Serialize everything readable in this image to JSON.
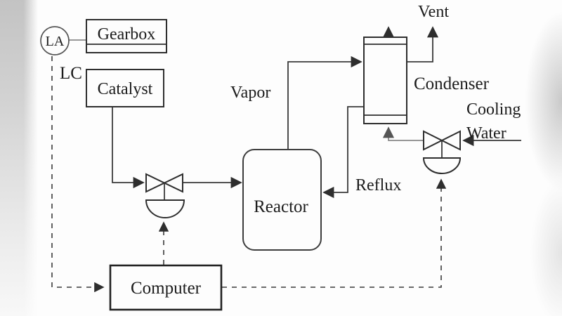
{
  "diagram": {
    "instruments": {
      "level_alarm": "LA",
      "level_controller": "LC"
    },
    "equipment": {
      "gearbox": "Gearbox",
      "catalyst": "Catalyst",
      "reactor": "Reactor",
      "condenser": "Condenser",
      "computer": "Computer"
    },
    "streams": {
      "vapor": "Vapor",
      "vent": "Vent",
      "reflux": "Reflux",
      "cooling_word1": "Cooling",
      "cooling_word2": "Water"
    },
    "colors": {
      "line": "#3a3a3a",
      "line_light": "#8a8a8a",
      "text": "#1c1c1c",
      "box_stroke": "#2e2e2e",
      "background": "#ffffff",
      "edge_shade": "#c7c7c7"
    }
  }
}
